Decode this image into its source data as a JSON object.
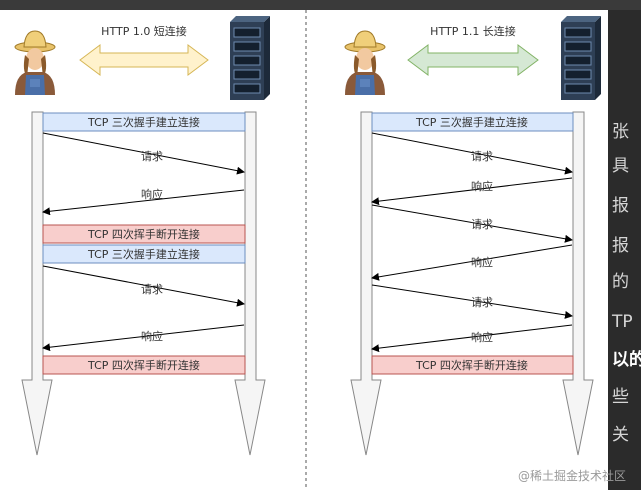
{
  "colors": {
    "blue_box": "#dae8fc",
    "red_box": "#f8cecc",
    "arrow_yellow": "#fff2cc",
    "arrow_green": "#d5e8d4"
  },
  "left_diagram": {
    "title": "HTTP 1.0 短连接",
    "handshake": "TCP 三次握手建立连接",
    "request": "请求",
    "response": "响应",
    "close": "TCP 四次挥手断开连接"
  },
  "right_diagram": {
    "title": "HTTP 1.1 长连接",
    "handshake": "TCP 三次握手建立连接",
    "request": "请求",
    "response": "响应",
    "close": "TCP 四次挥手断开连接"
  },
  "sidebar_fragments": [
    "张",
    "具",
    "报",
    "报",
    "的",
    "TP",
    "以的",
    "些",
    "关"
  ],
  "watermark": "@稀土掘金技术社区",
  "icons": {
    "client": "farmer-person-icon",
    "server": "server-rack-icon"
  }
}
